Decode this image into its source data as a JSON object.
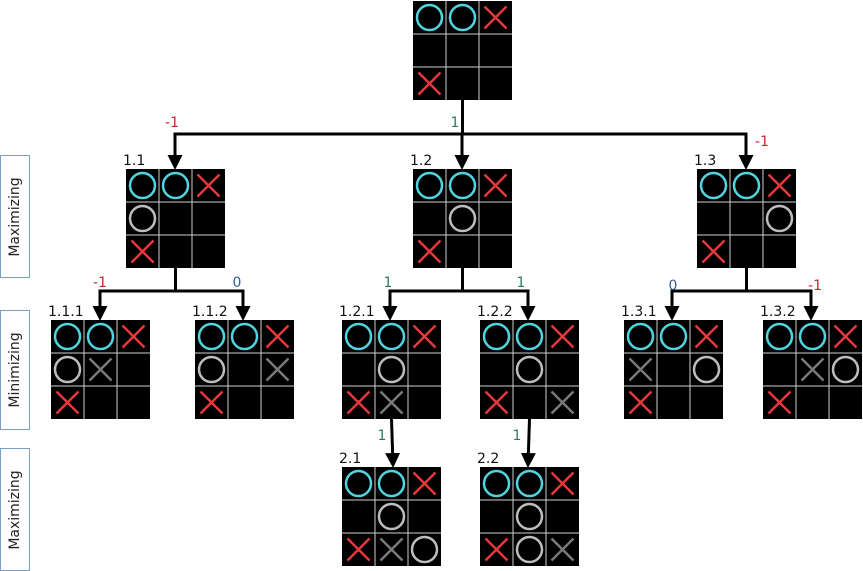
{
  "colors": {
    "O_active": "#4fd4e0",
    "O_inactive": "#bdbdbd",
    "X_active": "#e8383d",
    "X_inactive": "#7a7a7a",
    "board_bg": "#000000",
    "grid": "#cfcfcf",
    "label_negative": "#c0282e",
    "label_positive": "#2a7a5a",
    "label_zero": "#2f5f9f",
    "side_box_border": "#7e9fc4"
  },
  "levels": [
    {
      "id": "level-1",
      "label": "Maximizing"
    },
    {
      "id": "level-2",
      "label": "Minimizing"
    },
    {
      "id": "level-3",
      "label": "Maximizing"
    }
  ],
  "nodes": [
    {
      "id": "root",
      "name": "",
      "board": [
        [
          "O",
          "O",
          "X"
        ],
        [
          "",
          "",
          ""
        ],
        [
          "X",
          "",
          ""
        ]
      ]
    },
    {
      "id": "1.1",
      "name": "1.1",
      "board": [
        [
          "O",
          "O",
          "X"
        ],
        [
          "o",
          "",
          ""
        ],
        [
          "X",
          "",
          ""
        ]
      ]
    },
    {
      "id": "1.2",
      "name": "1.2",
      "board": [
        [
          "O",
          "O",
          "X"
        ],
        [
          "",
          "o",
          ""
        ],
        [
          "X",
          "",
          ""
        ]
      ]
    },
    {
      "id": "1.3",
      "name": "1.3",
      "board": [
        [
          "O",
          "O",
          "X"
        ],
        [
          "",
          "",
          "o"
        ],
        [
          "X",
          "",
          ""
        ]
      ]
    },
    {
      "id": "1.1.1",
      "name": "1.1.1",
      "board": [
        [
          "O",
          "O",
          "X"
        ],
        [
          "o",
          "x",
          ""
        ],
        [
          "X",
          "",
          ""
        ]
      ]
    },
    {
      "id": "1.1.2",
      "name": "1.1.2",
      "board": [
        [
          "O",
          "O",
          "X"
        ],
        [
          "o",
          "",
          "x"
        ],
        [
          "X",
          "",
          ""
        ]
      ]
    },
    {
      "id": "1.2.1",
      "name": "1.2.1",
      "board": [
        [
          "O",
          "O",
          "X"
        ],
        [
          "",
          "o",
          ""
        ],
        [
          "X",
          "x",
          ""
        ]
      ]
    },
    {
      "id": "1.2.2",
      "name": "1.2.2",
      "board": [
        [
          "O",
          "O",
          "X"
        ],
        [
          "",
          "o",
          ""
        ],
        [
          "X",
          "",
          "x"
        ]
      ]
    },
    {
      "id": "1.3.1",
      "name": "1.3.1",
      "board": [
        [
          "O",
          "O",
          "X"
        ],
        [
          "x",
          "",
          "o"
        ],
        [
          "X",
          "",
          ""
        ]
      ]
    },
    {
      "id": "1.3.2",
      "name": "1.3.2",
      "board": [
        [
          "O",
          "O",
          "X"
        ],
        [
          "",
          "x",
          "o"
        ],
        [
          "X",
          "",
          ""
        ]
      ]
    },
    {
      "id": "2.1",
      "name": "2.1",
      "board": [
        [
          "O",
          "O",
          "X"
        ],
        [
          "",
          "o",
          ""
        ],
        [
          "X",
          "x",
          "o"
        ]
      ]
    },
    {
      "id": "2.2",
      "name": "2.2",
      "board": [
        [
          "O",
          "O",
          "X"
        ],
        [
          "",
          "o",
          ""
        ],
        [
          "X",
          "o",
          "x"
        ]
      ]
    }
  ],
  "edges": [
    {
      "from": "root",
      "to": "1.1",
      "value": "-1",
      "sign": "negative"
    },
    {
      "from": "root",
      "to": "1.2",
      "value": "1",
      "sign": "positive"
    },
    {
      "from": "root",
      "to": "1.3",
      "value": "-1",
      "sign": "negative"
    },
    {
      "from": "1.1",
      "to": "1.1.1",
      "value": "-1",
      "sign": "negative"
    },
    {
      "from": "1.1",
      "to": "1.1.2",
      "value": "0",
      "sign": "zero"
    },
    {
      "from": "1.2",
      "to": "1.2.1",
      "value": "1",
      "sign": "positive"
    },
    {
      "from": "1.2",
      "to": "1.2.2",
      "value": "1",
      "sign": "positive"
    },
    {
      "from": "1.3",
      "to": "1.3.1",
      "value": "0",
      "sign": "zero"
    },
    {
      "from": "1.3",
      "to": "1.3.2",
      "value": "-1",
      "sign": "negative"
    },
    {
      "from": "1.2.1",
      "to": "2.1",
      "value": "1",
      "sign": "positive"
    },
    {
      "from": "1.2.2",
      "to": "2.2",
      "value": "1",
      "sign": "positive"
    }
  ]
}
